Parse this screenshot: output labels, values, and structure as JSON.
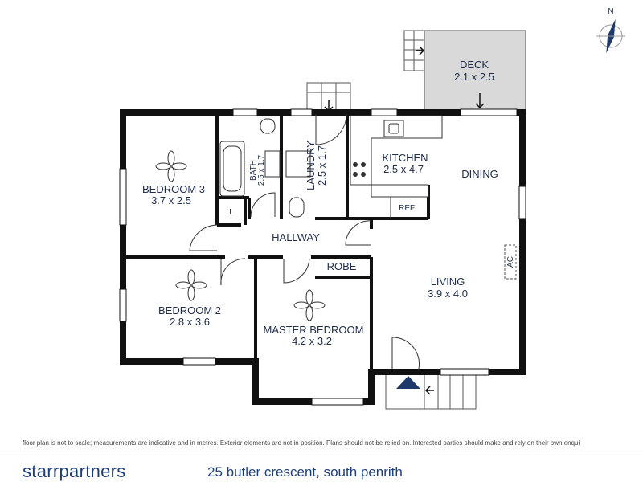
{
  "compass": {
    "north_label": "N"
  },
  "rooms": {
    "deck": {
      "name": "DECK",
      "size": "2.1 x 2.5"
    },
    "bedroom3": {
      "name": "BEDROOM 3",
      "size": "3.7 x 2.5"
    },
    "bath": {
      "name": "BATH",
      "size": "2.5 x 1.7"
    },
    "laundry": {
      "name": "LAUNDRY",
      "size": "2.5 x 1.7"
    },
    "kitchen": {
      "name": "KITCHEN",
      "size": "2.5 x 4.7"
    },
    "dining": {
      "name": "DINING"
    },
    "linen": {
      "name": "L"
    },
    "fridge": {
      "name": "REF."
    },
    "hallway": {
      "name": "HALLWAY"
    },
    "robe": {
      "name": "ROBE"
    },
    "ac": {
      "name": "AC"
    },
    "bedroom2": {
      "name": "BEDROOM 2",
      "size": "2.8 x 3.6"
    },
    "master": {
      "name": "MASTER BEDROOM",
      "size": "4.2 x 3.2"
    },
    "living": {
      "name": "LIVING",
      "size": "3.9 x 4.0"
    }
  },
  "footer": {
    "disclaimer": "floor plan is not to scale; measurements are indicative and in metres. Exterior elements are not in position. Plans should not be relied on. Interested parties should make and rely on their own enqui",
    "brand": "starrpartners",
    "address": "25 butler crescent, south penrith"
  },
  "colors": {
    "wall": "#111111",
    "deck": "#d9d9d9",
    "text": "#1f2d4a",
    "brand": "#1f3f7a",
    "arrow": "#1f3a6a"
  }
}
